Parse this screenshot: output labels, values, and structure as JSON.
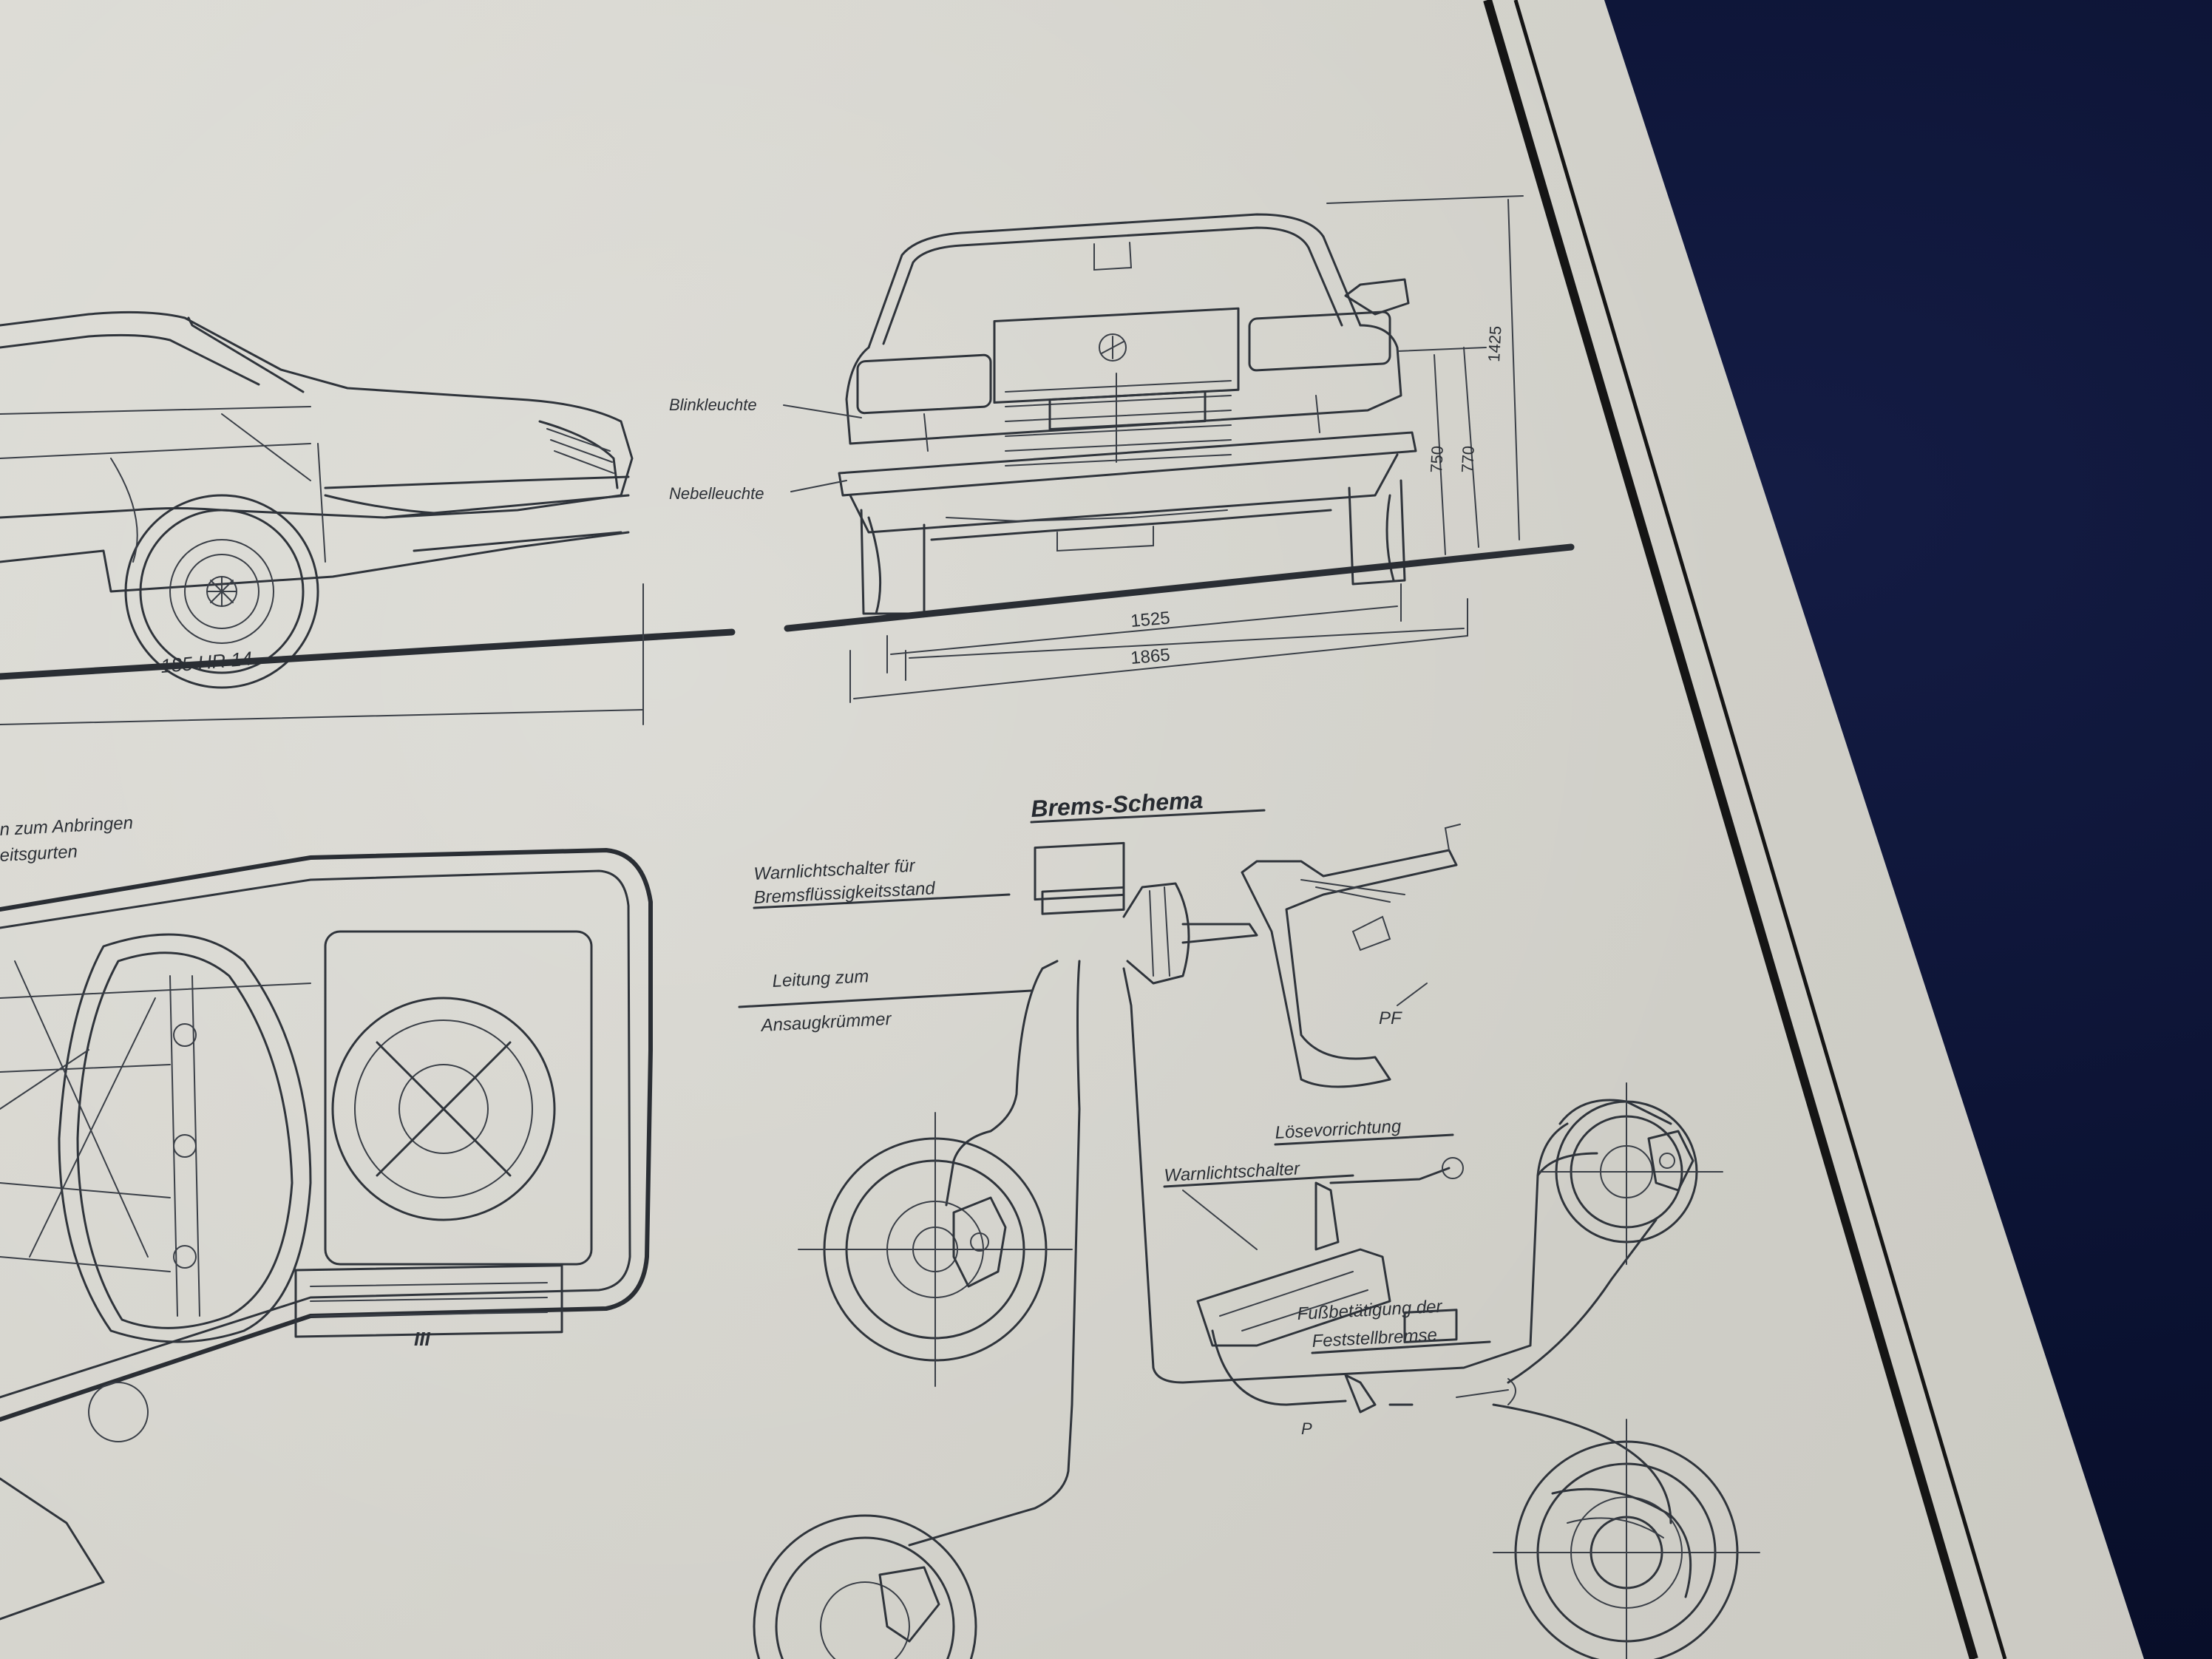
{
  "labels": {
    "blinkleuchte": "Blinkleuchte",
    "nebelleuchte": "Nebelleuchte",
    "brems_schema": "Brems-Schema",
    "warnlichtschalter_line1": "Warnlichtschalter  für",
    "warnlichtschalter_line2": "Bremsflüssigkeitsstand",
    "leitung_line1": "Leitung  zum",
    "leitung_line2": "Ansaugkrümmer",
    "loesevorrichtung": "Lösevorrichtung",
    "warnlichtschalter": "Warnlichtschalter",
    "fussbetaetigung_line1": "Fußbetätigung der",
    "fussbetaetigung_line2": "Feststellbremse",
    "seatbelt_line1": "n  zum  Anbringen",
    "seatbelt_line2": "eitsgurten",
    "tire": "185 HR 14",
    "pf": "PF",
    "p": "P",
    "roman": "III"
  },
  "dimensions": {
    "track_width": "1525",
    "overall_width": "1865",
    "height_overall": "1425",
    "height_a": "770",
    "height_b": "750"
  },
  "colors": {
    "paper": "#d6d5ce",
    "ink": "#2f343b",
    "background": "#0b1230",
    "frame": "#151515"
  }
}
